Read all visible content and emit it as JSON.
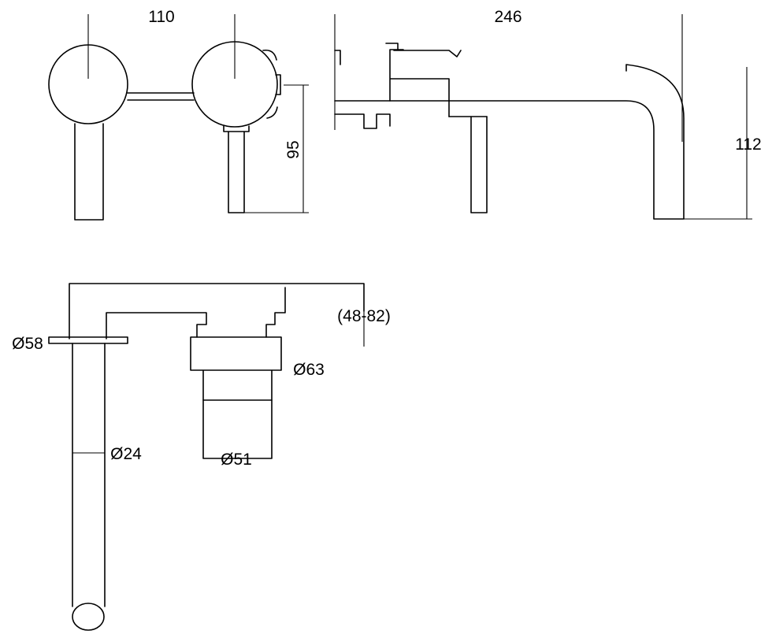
{
  "dimensions": {
    "handle_spacing": "110",
    "total_length": "246",
    "handle_height": "95",
    "spout_height": "112",
    "wall_depth_range": "(48-82)",
    "flange_diameter": "Ø58",
    "mixer_diameter": "Ø63",
    "spout_diameter": "Ø24",
    "handle_diameter": "Ø51"
  }
}
